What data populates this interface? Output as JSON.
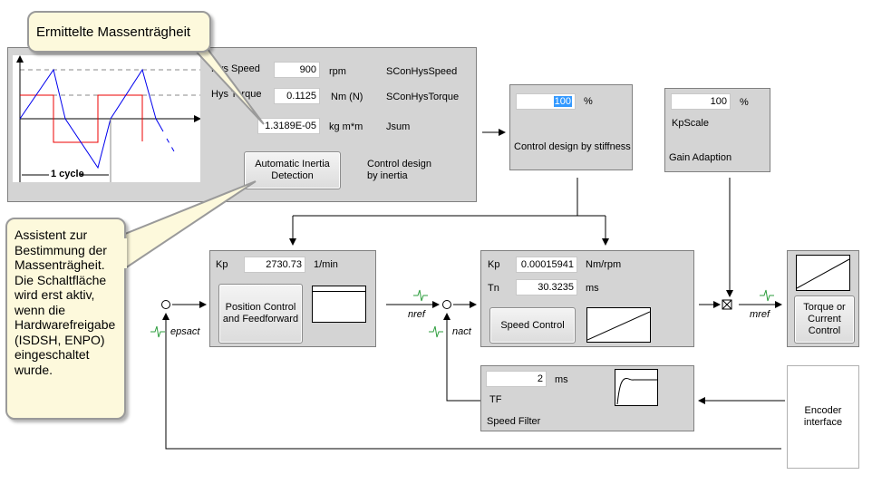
{
  "callouts": {
    "inertia_title": "Ermittelte Massenträgheit",
    "assistant_text": "Assistent zur Bestimmung der Massenträgheit. Die Schaltfläche wird erst aktiv, wenn die Hardwarefreigabe (ISDSH, ENPO) eingeschaltet wurde."
  },
  "inertia": {
    "chart_label": "1 cycle",
    "hys_speed": {
      "label": "Hys Speed",
      "value": "900",
      "unit": "rpm",
      "param": "SConHysSpeed"
    },
    "hys_torque": {
      "label": "Hys Torque",
      "value": "0.1125",
      "unit": "Nm (N)",
      "param": "SConHysTorque"
    },
    "jsum": {
      "value": "1.3189E-05",
      "unit": "kg m*m",
      "param": "Jsum"
    },
    "auto_button": "Automatic Inertia Detection",
    "design_text": "Control design by inertia"
  },
  "stiffness": {
    "value": "100",
    "unit": "%",
    "text": "Control design by stiffness"
  },
  "gain": {
    "value": "100",
    "unit": "%",
    "label": "KpScale",
    "title": "Gain Adaption"
  },
  "position": {
    "kp_label": "Kp",
    "kp_value": "2730.73",
    "kp_unit": "1/min",
    "button": "Position Control and Feedforward"
  },
  "speed": {
    "kp_label": "Kp",
    "kp_value": "0.00015941",
    "kp_unit": "Nm/rpm",
    "tn_label": "Tn",
    "tn_value": "30.3235",
    "tn_unit": "ms",
    "button": "Speed Control"
  },
  "torque": {
    "button": "Torque or Current Control"
  },
  "filter": {
    "value": "2",
    "unit": "ms",
    "label": "TF",
    "title": "Speed Filter"
  },
  "encoder": {
    "label": "Encoder interface"
  },
  "signals": {
    "epsact": "epsact",
    "nref": "nref",
    "nact": "nact",
    "mref": "mref"
  },
  "colors": {
    "panel": "#d4d4d4",
    "callout": "#fdf9dc",
    "signal": "#2e9e3e",
    "selection": "#3399ff"
  }
}
